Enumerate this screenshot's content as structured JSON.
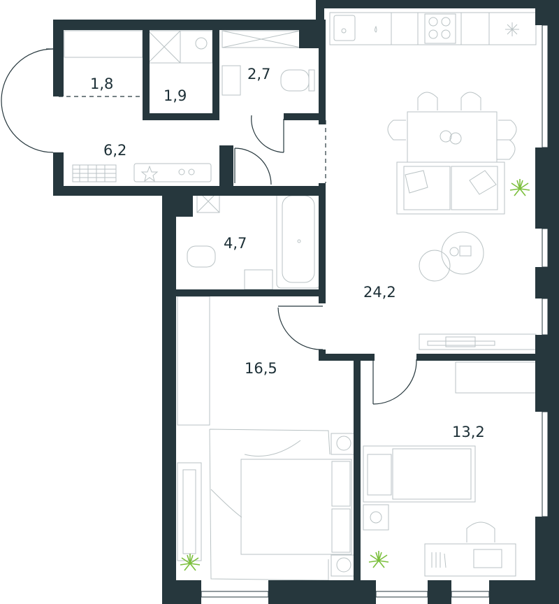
{
  "rooms": {
    "entry_closet": {
      "area": "1,8"
    },
    "wardrobe": {
      "area": "1,9"
    },
    "wc": {
      "area": "2,7"
    },
    "hallway": {
      "area": "6,2"
    },
    "bathroom": {
      "area": "4,7"
    },
    "living_kitchen": {
      "area": "24,2"
    },
    "master_bedroom": {
      "area": "16,5"
    },
    "bedroom": {
      "area": "13,2"
    }
  },
  "colors": {
    "wall": "#26373d",
    "furniture_line": "#b9c2c4",
    "plant": "#7bbf3c",
    "label": "#1c2f36"
  }
}
